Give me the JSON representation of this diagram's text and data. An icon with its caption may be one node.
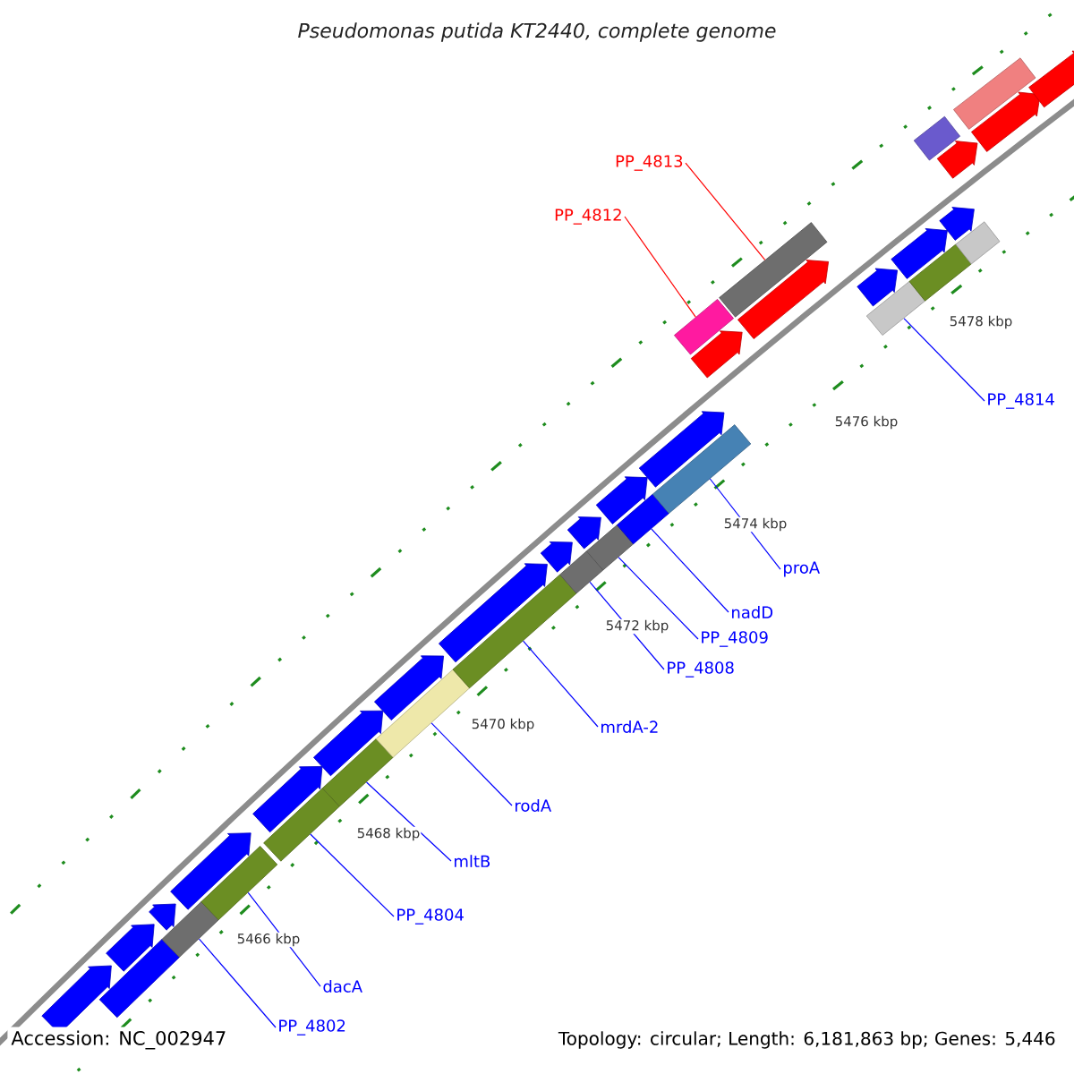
{
  "diagram": {
    "title": "Pseudomonas putida KT2440, complete genome",
    "nodes": [
      {
        "text": [
          "PP_4813"
        ]
      },
      {
        "text": [
          "PP_4812"
        ]
      },
      {
        "text": [
          "PP_4814"
        ]
      },
      {
        "text": [
          "proA"
        ]
      },
      {
        "text": [
          "nadD"
        ]
      },
      {
        "text": [
          "PP_4809"
        ]
      },
      {
        "text": [
          "PP_4808"
        ]
      },
      {
        "text": [
          "mrdA-2"
        ]
      },
      {
        "text": [
          "rodA"
        ]
      },
      {
        "text": [
          "mltB"
        ]
      },
      {
        "text": [
          "PP_4804"
        ]
      },
      {
        "text": [
          "dacA"
        ]
      },
      {
        "text": [
          "PP_4802"
        ]
      },
      {
        "text": [],
        "shape": "arrow"
      },
      {
        "text": [],
        "shape": "arrow"
      },
      {
        "text": [],
        "shape": "arrow"
      },
      {
        "text": [],
        "shape": "arrow"
      },
      {
        "text": [],
        "shape": "arrow"
      },
      {
        "text": [],
        "shape": "arrow"
      },
      {
        "text": [],
        "shape": "arrow"
      },
      {
        "text": [],
        "shape": "arrow"
      },
      {
        "text": [],
        "shape": "arrow"
      },
      {
        "text": [],
        "shape": "arrow"
      },
      {
        "text": [],
        "shape": "arrow"
      },
      {
        "text": [],
        "shape": "arrow"
      },
      {
        "text": [],
        "shape": "arrow"
      },
      {
        "text": [],
        "shape": "arrow"
      },
      {
        "text": [],
        "shape": "arrow"
      },
      {
        "text": [],
        "shape": "box"
      },
      {
        "text": [],
        "shape": "box"
      },
      {
        "text": [],
        "shape": "box"
      },
      {
        "text": [],
        "shape": "box"
      },
      {
        "text": [],
        "shape": "box"
      },
      {
        "text": [],
        "shape": "box"
      },
      {
        "text": [],
        "shape": "box"
      },
      {
        "text": [],
        "shape": "box"
      },
      {
        "text": [],
        "shape": "box"
      },
      {
        "text": [],
        "shape": "box"
      },
      {
        "text": [],
        "shape": "box"
      },
      {
        "text": [],
        "shape": "box"
      },
      {
        "text": [],
        "shape": "box"
      },
      {
        "text": [],
        "shape": "box"
      },
      {
        "text": [],
        "shape": "arrow"
      },
      {
        "text": [],
        "shape": "arrow"
      },
      {
        "text": [],
        "shape": "arrow"
      },
      {
        "text": [],
        "shape": "arrow"
      },
      {
        "text": [],
        "shape": "arrow"
      },
      {
        "text": [],
        "shape": "box"
      },
      {
        "text": [],
        "shape": "box"
      },
      {
        "text": [],
        "shape": "box"
      },
      {
        "text": [],
        "shape": "box"
      }
    ],
    "edges": [
      {
        "from": 0,
        "to": 48,
        "arrow": "none",
        "color": "#ff0000"
      },
      {
        "from": 1,
        "to": 47,
        "arrow": "none",
        "color": "#ff0000"
      },
      {
        "from": 2,
        "to": 39,
        "arrow": "none"
      },
      {
        "from": 3,
        "to": 38,
        "arrow": "none"
      },
      {
        "from": 4,
        "to": 37,
        "arrow": "none"
      },
      {
        "from": 5,
        "to": 36,
        "arrow": "none"
      },
      {
        "from": 6,
        "to": 35,
        "arrow": "none"
      },
      {
        "from": 7,
        "to": 34,
        "arrow": "none"
      },
      {
        "from": 8,
        "to": 33,
        "arrow": "none"
      },
      {
        "from": 9,
        "to": 32,
        "arrow": "none"
      },
      {
        "from": 10,
        "to": 31,
        "arrow": "none"
      },
      {
        "from": 11,
        "to": 30,
        "arrow": "none"
      },
      {
        "from": 12,
        "to": 29,
        "arrow": "none"
      }
    ],
    "labels": [
      "5478 kbp",
      "5476 kbp",
      "5474 kbp",
      "5472 kbp",
      "5470 kbp",
      "5468 kbp",
      "5466 kbp",
      "Accession: NC_002947",
      "Topology: circular; Length: 6,181,863 bp; Genes: 5,446"
    ]
  }
}
